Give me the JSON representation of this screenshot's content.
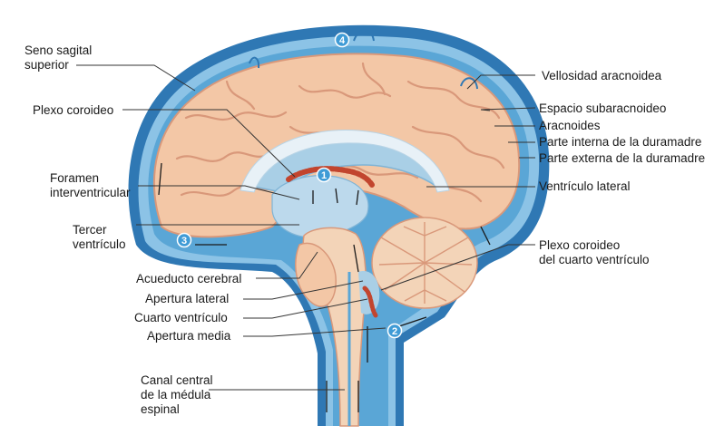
{
  "labels": {
    "seno_sagital": "Seno sagital\nsuperior",
    "plexo_coroideo": "Plexo coroideo",
    "foramen": "Foramen\ninterventricular",
    "tercer_ventriculo": "Tercer\nventrículo",
    "acueducto": "Acueducto cerebral",
    "apertura_lateral": "Apertura lateral",
    "cuarto_ventriculo": "Cuarto ventrículo",
    "apertura_media": "Apertura media",
    "canal_central": "Canal central\nde la médula\nespinal",
    "vellosidad": "Vellosidad aracnoidea",
    "espacio_subaracnoideo": "Espacio subaracnoideo",
    "aracnoides": "Aracnoides",
    "duramadre_interna": "Parte interna de la duramadre",
    "duramadre_externa": "Parte externa de la duramadre",
    "ventriculo_lateral": "Ventrículo lateral",
    "plexo_cuarto": "Plexo coroideo\ndel cuarto ventrículo"
  },
  "steps": [
    "1",
    "2",
    "3",
    "4"
  ],
  "colors": {
    "csf_blue": "#5aa6d6",
    "dura": "#2f78b4",
    "brain": "#f3c7a6",
    "brain_shadow": "#d9987a",
    "choroid": "#c2452e",
    "ventricle": "#a9cfe6",
    "leader": "#333333"
  }
}
